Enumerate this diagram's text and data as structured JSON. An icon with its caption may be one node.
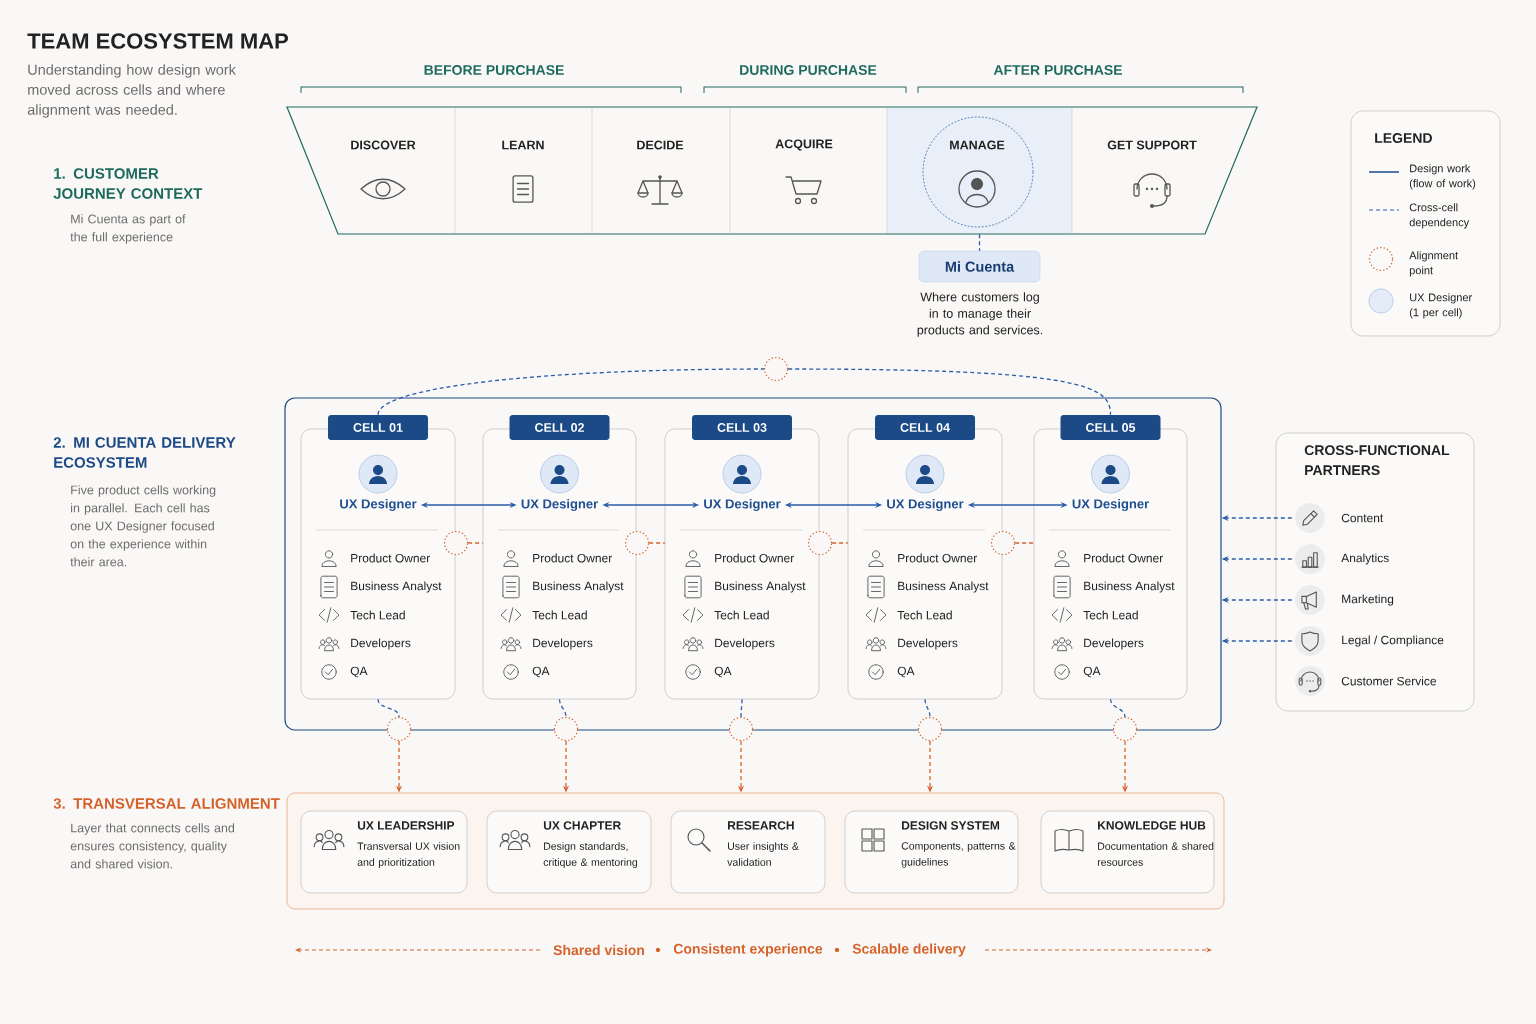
{
  "diagram": {
    "title": "TEAM ECOSYSTEM MAP",
    "nodes": [
      {
        "text": [
          "DISCOVER"
        ]
      },
      {
        "text": [
          "LEARN"
        ]
      },
      {
        "text": [
          "DECIDE"
        ]
      },
      {
        "text": [
          "ACQUIRE"
        ]
      },
      {
        "text": [
          "MANAGE"
        ]
      },
      {
        "text": [
          "GET SUPPORT"
        ]
      },
      {
        "text": [
          "Mi Cuenta"
        ],
        "beside": [
          "Where customers log in to manage their products and services."
        ]
      },
      {
        "text": [],
        "shape": "box"
      },
      {
        "text": [
          "CELL 01",
          "Product Owner",
          "Business Analyst",
          "Tech Lead",
          "Developers",
          "QA"
        ],
        "in": 7
      },
      {
        "text": [
          "UX Designer"
        ],
        "in": 8
      },
      {
        "text": [
          "CELL 02",
          "Product Owner",
          "Business Analyst",
          "Tech Lead",
          "Developers",
          "QA"
        ],
        "in": 7
      },
      {
        "text": [
          "UX Designer"
        ],
        "in": 10
      },
      {
        "text": [
          "CELL 03",
          "Product Owner",
          "Business Analyst",
          "Tech Lead",
          "Developers",
          "QA"
        ],
        "in": 7
      },
      {
        "text": [
          "UX Designer"
        ],
        "in": 12
      },
      {
        "text": [
          "CELL 04",
          "Product Owner",
          "Business Analyst",
          "Tech Lead",
          "Developers",
          "QA"
        ],
        "in": 7
      },
      {
        "text": [
          "UX Designer"
        ],
        "in": 14
      },
      {
        "text": [
          "CELL 05",
          "Product Owner",
          "Business Analyst",
          "Tech Lead",
          "Developers",
          "QA"
        ],
        "in": 7
      },
      {
        "text": [
          "UX Designer"
        ],
        "in": 16
      },
      {
        "text": [],
        "shape": "circle"
      },
      {
        "text": [],
        "shape": "circle",
        "in": 7
      },
      {
        "text": [],
        "shape": "circle",
        "in": 7
      },
      {
        "text": [],
        "shape": "circle",
        "in": 7
      },
      {
        "text": [],
        "shape": "circle",
        "in": 7
      },
      {
        "text": [],
        "shape": "circle"
      },
      {
        "text": [],
        "shape": "circle"
      },
      {
        "text": [],
        "shape": "circle"
      },
      {
        "text": [],
        "shape": "circle"
      },
      {
        "text": [],
        "shape": "circle"
      },
      {
        "text": [
          "CROSS-FUNCTIONAL PARTNERS"
        ]
      },
      {
        "text": [
          "Content"
        ],
        "in": 28
      },
      {
        "text": [
          "Analytics"
        ],
        "in": 28
      },
      {
        "text": [
          "Marketing"
        ],
        "in": 28
      },
      {
        "text": [
          "Legal / Compliance"
        ],
        "in": 28
      },
      {
        "text": [
          "Customer Service"
        ],
        "in": 28
      },
      {
        "text": [],
        "shape": "box"
      },
      {
        "text": [
          "UX LEADERSHIP",
          "Transversal UX vision and prioritization"
        ],
        "in": 34
      },
      {
        "text": [
          "UX CHAPTER",
          "Design standards, critique & mentoring"
        ],
        "in": 34
      },
      {
        "text": [
          "RESEARCH",
          "User insights & validation"
        ],
        "in": 34
      },
      {
        "text": [
          "DESIGN SYSTEM",
          "Components, patterns & guidelines"
        ],
        "in": 34
      },
      {
        "text": [
          "KNOWLEDGE HUB",
          "Documentation & shared resources"
        ],
        "in": 34
      }
    ],
    "edges": [
      {
        "from": 4,
        "to": 6,
        "arrow": "none",
        "style": "dashed"
      },
      {
        "from": 9,
        "to": 11,
        "arrow": "both"
      },
      {
        "from": 11,
        "to": 13,
        "arrow": "both"
      },
      {
        "from": 13,
        "to": 15,
        "arrow": "both"
      },
      {
        "from": 15,
        "to": 17,
        "arrow": "both"
      },
      {
        "from": 8,
        "to": 18,
        "arrow": "none",
        "style": "dashed"
      },
      {
        "from": 18,
        "to": 16,
        "arrow": "none",
        "style": "dashed"
      },
      {
        "from": 19,
        "to": 10,
        "arrow": "none",
        "style": "dashed",
        "color": "#d4622a"
      },
      {
        "from": 20,
        "to": 12,
        "arrow": "none",
        "style": "dashed",
        "color": "#d4622a"
      },
      {
        "from": 21,
        "to": 14,
        "arrow": "none",
        "style": "dashed",
        "color": "#d4622a"
      },
      {
        "from": 22,
        "to": 16,
        "arrow": "none",
        "style": "dashed",
        "color": "#d4622a"
      },
      {
        "from": 8,
        "to": 23,
        "arrow": "none",
        "style": "dashed"
      },
      {
        "from": 10,
        "to": 24,
        "arrow": "none",
        "style": "dashed"
      },
      {
        "from": 12,
        "to": 25,
        "arrow": "none",
        "style": "dashed"
      },
      {
        "from": 14,
        "to": 26,
        "arrow": "none",
        "style": "dashed"
      },
      {
        "from": 16,
        "to": 27,
        "arrow": "none",
        "style": "dashed"
      },
      {
        "from": 23,
        "to": 34,
        "arrow": "to",
        "style": "dashed",
        "color": "#d4622a"
      },
      {
        "from": 24,
        "to": 34,
        "arrow": "to",
        "style": "dashed",
        "color": "#d4622a"
      },
      {
        "from": 25,
        "to": 34,
        "arrow": "to",
        "style": "dashed",
        "color": "#d4622a"
      },
      {
        "from": 26,
        "to": 34,
        "arrow": "to",
        "style": "dashed",
        "color": "#d4622a"
      },
      {
        "from": 27,
        "to": 34,
        "arrow": "to",
        "style": "dashed",
        "color": "#d4622a"
      },
      {
        "from": 29,
        "to": 7,
        "arrow": "to",
        "style": "dashed"
      },
      {
        "from": 30,
        "to": 7,
        "arrow": "to",
        "style": "dashed"
      },
      {
        "from": 31,
        "to": 7,
        "arrow": "to",
        "style": "dashed"
      },
      {
        "from": 32,
        "to": 7,
        "arrow": "to",
        "style": "dashed"
      }
    ],
    "labels": [
      "Understanding how design work moved across cells and where alignment was needed.",
      "BEFORE PURCHASE",
      "DURING PURCHASE",
      "AFTER PURCHASE",
      "1. CUSTOMER JOURNEY CONTEXT",
      "Mi Cuenta as part of the full experience",
      "LEGEND",
      "2. MI CUENTA DELIVERY ECOSYSTEM",
      "Five product cells working in parallel. Each cell has one UX Designer focused on the experience within their area.",
      "3. TRANSVERSAL ALIGNMENT",
      "Layer that connects cells and ensures consistency, quality and shared vision.",
      "Shared vision",
      "Consistent experience",
      "Scalable delivery"
    ],
    "legend": [
      {
        "text": "Design work (flow of work)"
      },
      {
        "text": "Cross-cell dependency"
      },
      {
        "text": "Alignment point"
      },
      {
        "text": "UX Designer (1 per cell)",
        "color": "#e4ecf7"
      }
    ]
  }
}
